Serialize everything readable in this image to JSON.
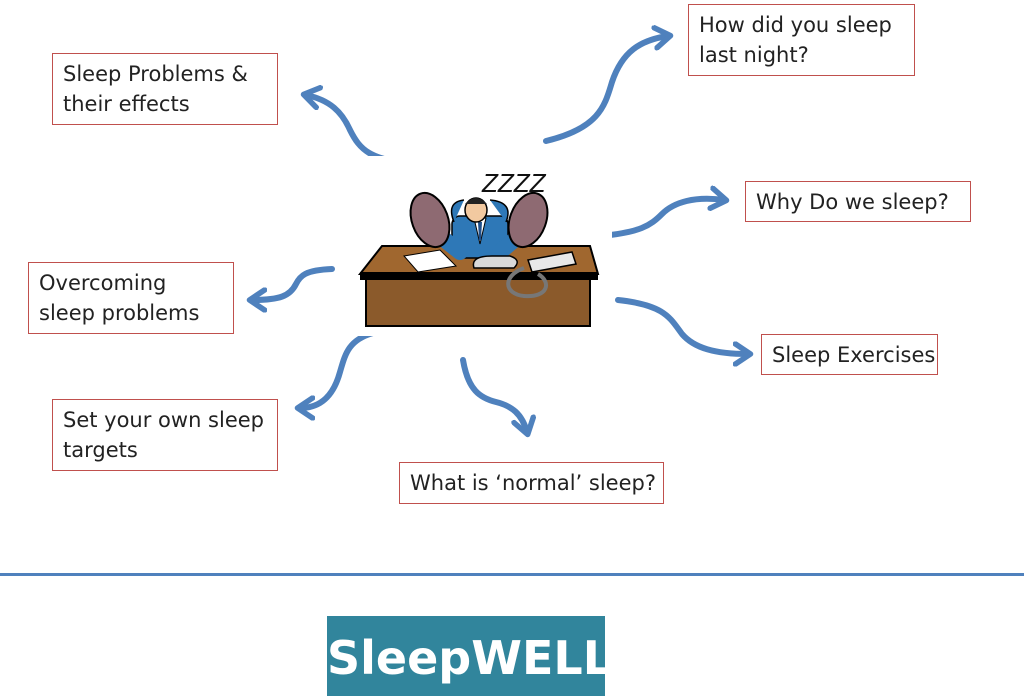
{
  "diagram": {
    "center_illustration": "man-sleeping-at-desk-illustration",
    "snore_text": "ZZZZ",
    "arrow_color": "#4f81bd",
    "box_border_color": "#c0504d",
    "nodes": [
      {
        "id": "sleep-problems",
        "lines": [
          "Sleep Problems &",
          "their effects"
        ]
      },
      {
        "id": "how-did-you-sleep",
        "lines": [
          "How did you sleep",
          "last night?"
        ]
      },
      {
        "id": "why-do-we-sleep",
        "lines": [
          "Why Do we sleep?"
        ]
      },
      {
        "id": "overcoming",
        "lines": [
          "Overcoming",
          "sleep problems"
        ]
      },
      {
        "id": "sleep-exercises",
        "lines": [
          "Sleep Exercises"
        ]
      },
      {
        "id": "set-targets",
        "lines": [
          "Set your own sleep",
          "targets"
        ]
      },
      {
        "id": "normal-sleep",
        "lines": [
          "What is ‘normal’ sleep?"
        ]
      }
    ]
  },
  "footer": {
    "brand": "SleepWELL",
    "brand_color": "#31859c",
    "rule_color": "#4f81bd"
  }
}
